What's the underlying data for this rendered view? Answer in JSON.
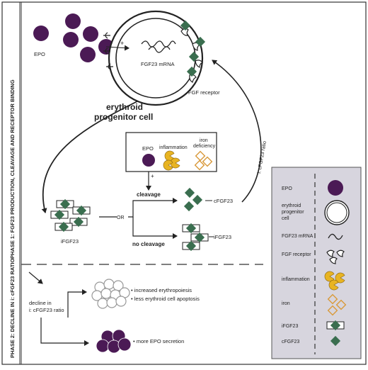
{
  "phase1": {
    "label": "PHASE 1: FGF23 PRODUCTION, CLEAVAGE AND RECEPTOR BINDING"
  },
  "phase2": {
    "label": "PHASE 2: DECLINE IN i: cFGF23 RATIO"
  },
  "cell": {
    "epo_label": "EPO",
    "mrna_label": "FGF23 mRNA",
    "receptor_label": "FGF receptor",
    "plus": "+",
    "title_line1": "erythroid",
    "title_line2": "progenitor cell"
  },
  "ratio_arrow_label": "i: cFGF23 ratio",
  "stimuli": {
    "epo": "EPO",
    "inflammation": "inflammation",
    "iron_line1": "iron",
    "iron_line2": "deficiency",
    "plus": "+"
  },
  "cleavage": {
    "or": "OR",
    "cleavage_label": "cleavage",
    "no_cleavage_label": "no cleavage",
    "cfgf23": "cFGF23",
    "ifgf23_out": "iFGF23",
    "ifgf23_in": "iFGF23"
  },
  "phase2_content": {
    "decline_line1": "decline in",
    "decline_line2": "i: cFGF23 ratio",
    "effect1_line1": "• increased erythropoiesis",
    "effect1_line2": "• less erythroid cell apoptosis",
    "effect2": "• more EPO secretion"
  },
  "legend": {
    "epo": "EPO",
    "cell_line1": "erythroid",
    "cell_line2": "progenitor",
    "cell_line3": "cell",
    "mrna": "FGF23 mRNA",
    "receptor": "FGF receptor",
    "inflammation": "inflammation",
    "iron": "iron",
    "ifgf23": "iFGF23",
    "cfgf23": "cFGF23"
  },
  "colors": {
    "epo": "#4b1a55",
    "inflammation": "#e8b422",
    "iron": "#d99a3c",
    "fgf23": "#3a6e4f",
    "legend_bg": "#d7d5de",
    "frame": "#333333"
  }
}
